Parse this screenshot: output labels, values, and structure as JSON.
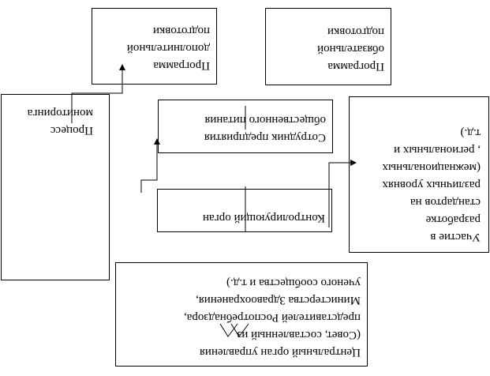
{
  "nodes": {
    "central": {
      "lines": [
        "Центральный орган управления",
        "(Совет, составленный из",
        "представителей Роспотребнадзора,",
        "Министерства Здравоохранения,",
        "ученого сообщества и т.д.)"
      ]
    },
    "participation": {
      "lines": [
        "Участие в",
        "разработке",
        "стандартов на",
        "различных уровнях",
        "(межнациональных",
        ", региональных и",
        "т.д.)"
      ]
    },
    "control": {
      "lines": [
        "Контролирующий орган"
      ]
    },
    "employee": {
      "lines": [
        "Сотрудник предприятия",
        "общественного питания"
      ]
    },
    "monitoring": {
      "lines": [
        "Процесс",
        "мониторинга"
      ]
    },
    "mandatory": {
      "lines": [
        "Программа",
        "обязательной",
        "подготовки"
      ]
    },
    "additional": {
      "lines": [
        "Программа",
        "дополнительной",
        "подготовки"
      ]
    }
  }
}
